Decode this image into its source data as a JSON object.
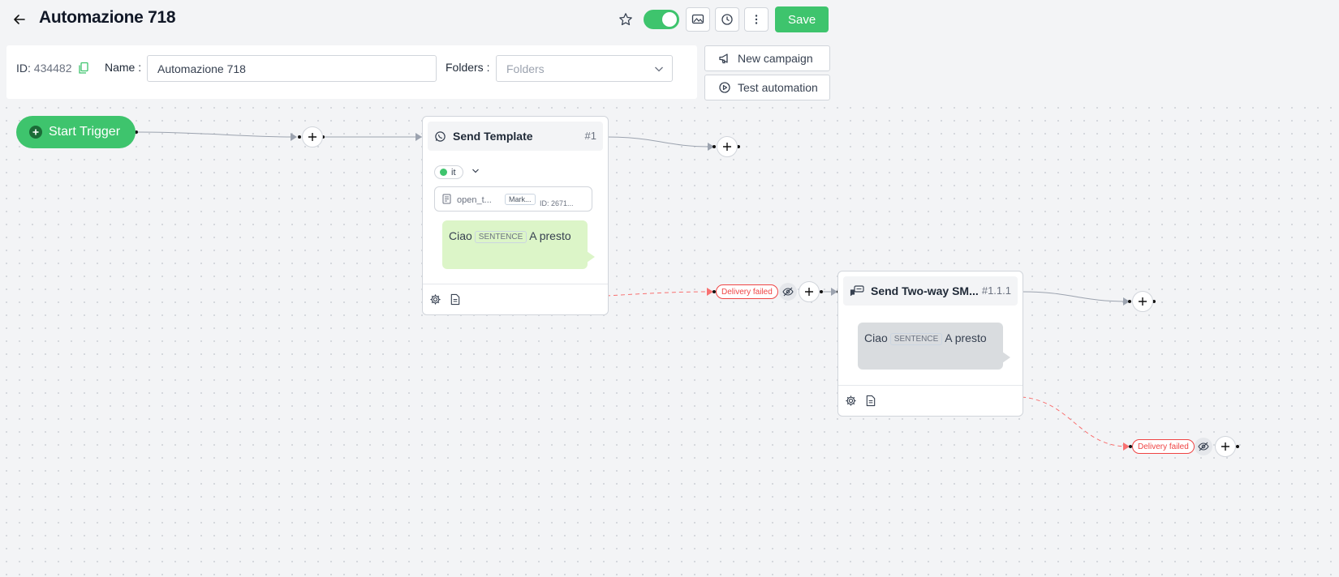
{
  "header": {
    "title": "Automazione 718",
    "save_label": "Save"
  },
  "info": {
    "id_label": "ID:",
    "id_value": "434482",
    "name_label": "Name",
    "name_colon": ":",
    "name_value": "Automazione 718",
    "folders_label": "Folders",
    "folders_colon": ":",
    "folders_placeholder": "Folders"
  },
  "actions": {
    "new_campaign": "New campaign",
    "test_automation": "Test automation"
  },
  "flow": {
    "start_trigger": "Start Trigger",
    "send_template": {
      "title": "Send Template",
      "number": "#1",
      "language": "it",
      "template_name": "open_t...",
      "template_tag": "Mark...",
      "template_id": "ID: 2671...",
      "message_prefix": "Ciao",
      "message_tag": "SENTENCE",
      "message_suffix": "A presto"
    },
    "send_sms": {
      "title": "Send Two-way SM...",
      "number": "#1.1.1",
      "message_prefix": "Ciao",
      "message_tag": "SENTENCE",
      "message_suffix": "A presto"
    },
    "delivery_failed_1": "Delivery failed",
    "delivery_failed_2": "Delivery failed"
  },
  "colors": {
    "accent": "#3ec46d",
    "fail": "#ef4444",
    "template_bubble": "#dcf5c8",
    "sms_bubble": "#d9dcdf"
  },
  "icons": [
    "arrow-left-icon",
    "star-icon",
    "toggle-switch",
    "image-icon",
    "history-icon",
    "more-vertical-icon",
    "copy-icon",
    "chevron-down-icon",
    "megaphone-icon",
    "play-circle-icon",
    "plus-icon",
    "whatsapp-icon",
    "sms-icon",
    "gear-icon",
    "file-icon",
    "eye-off-icon"
  ]
}
